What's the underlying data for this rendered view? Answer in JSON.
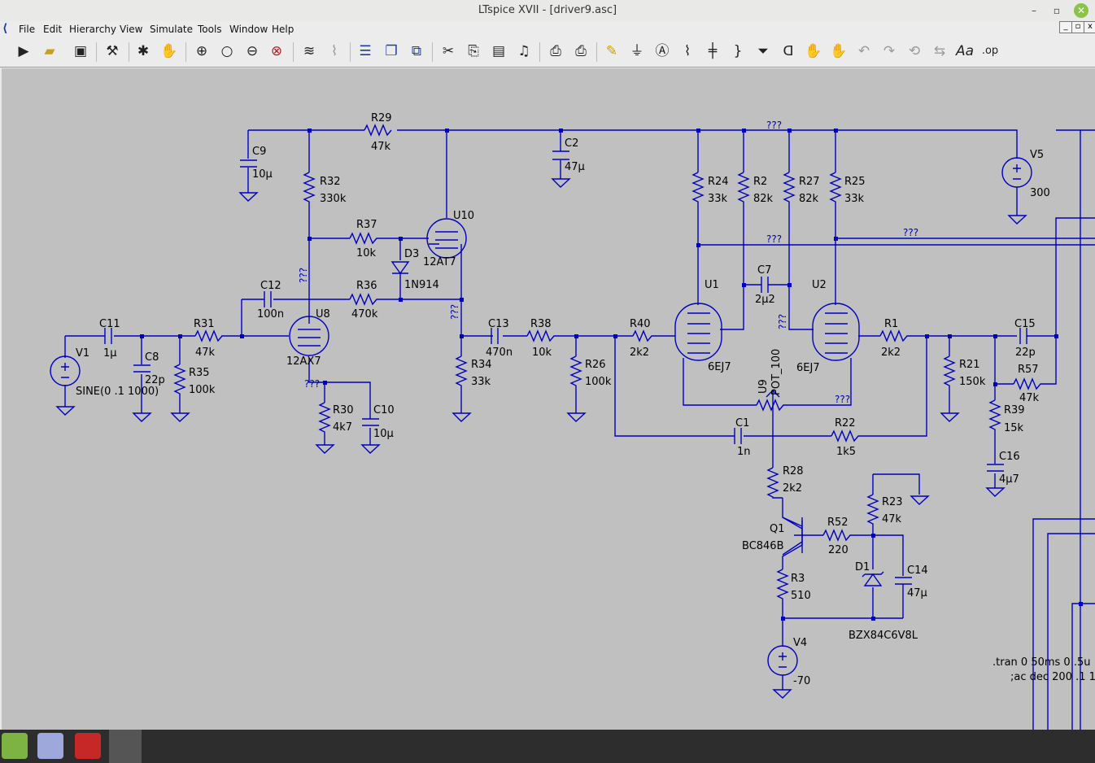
{
  "window": {
    "title": "LTspice XVII - [driver9.asc]"
  },
  "menu": [
    "File",
    "Edit",
    "Hierarchy",
    "View",
    "Simulate",
    "Tools",
    "Window",
    "Help"
  ],
  "toolbar_icons": [
    "run-icon",
    "open-icon",
    "save-icon",
    "control-panel-icon",
    "halt-icon",
    "pan-icon",
    "zoom-in-icon",
    "zoom-area-icon",
    "zoom-out-icon",
    "zoom-fit-icon",
    "autorange-icon",
    "waveform-icon",
    "tile-icon",
    "cascade-icon",
    "close-window-icon",
    "cut-icon",
    "copy-icon",
    "paste-icon",
    "find-icon",
    "print-icon",
    "print-setup-icon",
    "wire-icon",
    "ground-icon",
    "label-net-icon",
    "resistor-icon",
    "capacitor-icon",
    "inductor-icon",
    "diode-icon",
    "component-icon",
    "move-icon",
    "drag-icon",
    "undo-icon",
    "redo-icon",
    "rotate-icon",
    "mirror-icon",
    "text-icon",
    "spice-directive-icon"
  ],
  "schematic": {
    "labels": {
      "R29": "R29",
      "R29v": "47k",
      "C9": "C9",
      "C9v": "10µ",
      "R32": "R32",
      "R32v": "330k",
      "C2": "C2",
      "C2v": "47µ",
      "R24": "R24",
      "R24v": "33k",
      "R2": "R2",
      "R2v": "82k",
      "R27": "R27",
      "R27v": "82k",
      "R25": "R25",
      "R25v": "33k",
      "V5": "V5",
      "V5v": "300",
      "R37": "R37",
      "R37v": "10k",
      "U10": "U10",
      "U10v": "12AT7",
      "D3": "D3",
      "D3v": "1N914",
      "C12": "C12",
      "C12v": "100n",
      "R36": "R36",
      "R36v": "470k",
      "U8": "U8",
      "U8v": "12AX7",
      "C7": "C7",
      "C7v": "2µ2",
      "U1": "U1",
      "U1v": "6EJ7",
      "U2": "U2",
      "U2v": "6EJ7",
      "C11": "C11",
      "C11v": "1µ",
      "V1": "V1",
      "V1v": "SINE(0 .1 1000)",
      "C8": "C8",
      "C8v": "22p",
      "R31": "R31",
      "R31v": "47k",
      "R35": "R35",
      "R35v": "100k",
      "C13": "C13",
      "C13v": "470n",
      "R38": "R38",
      "R38v": "10k",
      "R40": "R40",
      "R40v": "2k2",
      "R1": "R1",
      "R1v": "2k2",
      "C15": "C15",
      "C15v": "22p",
      "R34": "R34",
      "R34v": "33k",
      "R26": "R26",
      "R26v": "100k",
      "R21": "R21",
      "R21v": "150k",
      "R57": "R57",
      "R57v": "47k",
      "R30": "R30",
      "R30v": "4k7",
      "C10": "C10",
      "C10v": "10µ",
      "U9": "U9",
      "U9v": "POT_100",
      "R39": "R39",
      "R39v": "15k",
      "C1": "C1",
      "C1v": "1n",
      "R22": "R22",
      "R22v": "1k5",
      "C16": "C16",
      "C16v": "4µ7",
      "R28": "R28",
      "R28v": "2k2",
      "R23": "R23",
      "R23v": "47k",
      "Q1": "Q1",
      "Q1v": "BC846B",
      "R52": "R52",
      "R52v": "220",
      "D1": "D1",
      "C14": "C14",
      "C14v": "47µ",
      "R3": "R3",
      "R3v": "510",
      "D1v": "BZX84C6V8L",
      "V4": "V4",
      "V4v": "-70"
    },
    "unknown_net": "???",
    "directives": [
      ".tran 0 50ms 0 .5u",
      ";ac dec 200 .1 1"
    ]
  },
  "taskbar": [
    "files-app",
    "text-editor-app",
    "games-app",
    "ltspice-app"
  ]
}
